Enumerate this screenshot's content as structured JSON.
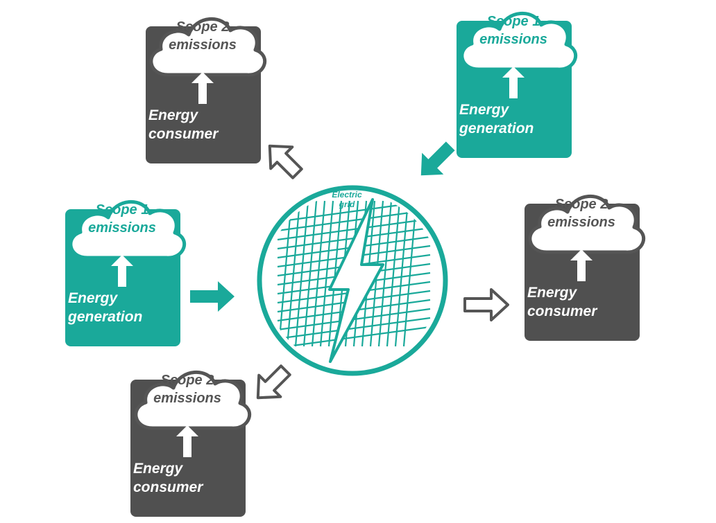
{
  "colors": {
    "teal": "#1aa99a",
    "gray": "#505050",
    "outline": "#555555",
    "white": "#ffffff"
  },
  "grid": {
    "label_line1": "Electric",
    "label_line2": "grid",
    "icon": "lightning-bolt-icon"
  },
  "nodes": [
    {
      "kind": "consumer",
      "cloud_line1": "Scope 2",
      "cloud_line2": "emissions",
      "box_line1": "Energy",
      "box_line2": "consumer"
    },
    {
      "kind": "generation",
      "cloud_line1": "Scope 1",
      "cloud_line2": "emissions",
      "box_line1": "Energy",
      "box_line2": "generation"
    },
    {
      "kind": "generation",
      "cloud_line1": "Scope 1",
      "cloud_line2": "emissions",
      "box_line1": "Energy",
      "box_line2": "generation"
    },
    {
      "kind": "consumer",
      "cloud_line1": "Scope 2",
      "cloud_line2": "emissions",
      "box_line1": "Energy",
      "box_line2": "consumer"
    },
    {
      "kind": "consumer",
      "cloud_line1": "Scope 2",
      "cloud_line2": "emissions",
      "box_line1": "Energy",
      "box_line2": "consumer"
    }
  ]
}
